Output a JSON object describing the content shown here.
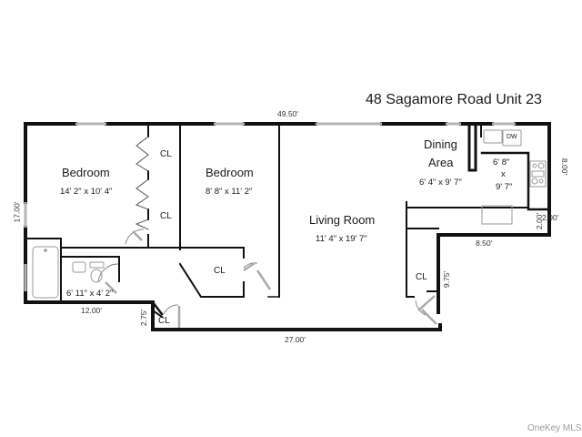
{
  "title": "48 Sagamore Road Unit 23",
  "rooms": {
    "bedroom1": {
      "name": "Bedroom",
      "size": "14' 2\" x 10' 4\""
    },
    "bedroom2": {
      "name": "Bedroom",
      "size": "8' 8\" x 11' 2\""
    },
    "living": {
      "name": "Living Room",
      "size": "11' 4\" x 19' 7\""
    },
    "dining": {
      "name": "Dining",
      "name2": "Area",
      "size": "6' 4\" x 9' 7\""
    },
    "kitchen": {
      "size_w": "6' 8\"",
      "size_x": "x",
      "size_h": "9' 7\""
    },
    "bath": {
      "size": "6' 11\" x 4' 2\""
    }
  },
  "closets": {
    "label": "CL"
  },
  "appliances": {
    "dishwasher": "DW"
  },
  "measurements": {
    "top": "49.50'",
    "left": "17.00'",
    "bottom_left": "12.00'",
    "small_step": "2.75'",
    "bottom": "27.00'",
    "right_closet": "9.75'",
    "right_step_h": "8.50'",
    "right_step_v": "2.00'",
    "kitchen_right_h": "2.00'",
    "kitchen_right_v": "8.00'"
  },
  "watermark": "OneKey MLS"
}
